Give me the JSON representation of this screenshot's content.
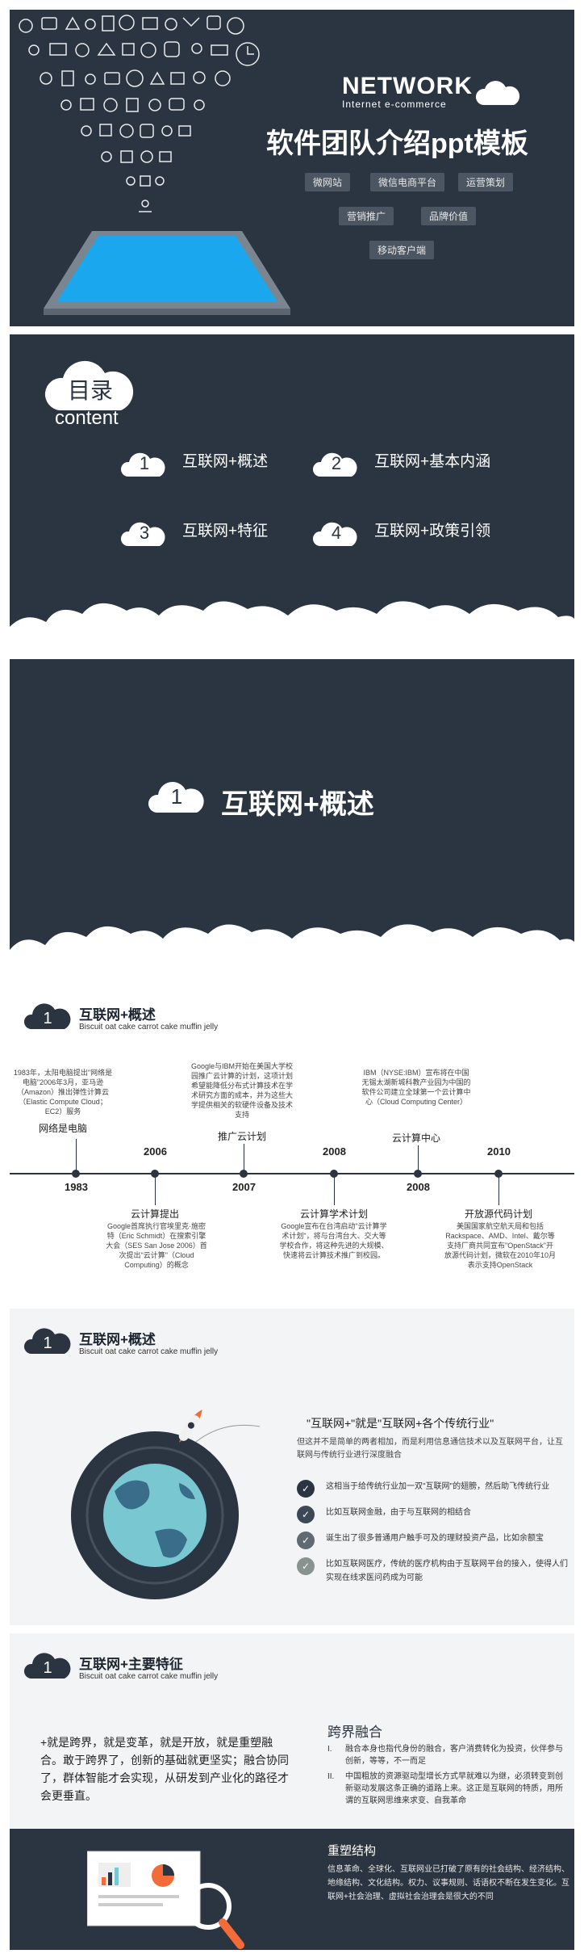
{
  "slide1": {
    "brand": "NETWORK",
    "brand_sub": "Internet e-commerce",
    "title": "软件团队介绍ppt模板",
    "tags": [
      "微网站",
      "微信电商平台",
      "运营策划",
      "营销推广",
      "品牌价值",
      "移动客户端"
    ]
  },
  "slide2": {
    "toc_title": "目录",
    "toc_sub": "content",
    "items": [
      {
        "num": "1",
        "label": "互联网+概述"
      },
      {
        "num": "2",
        "label": "互联网+基本内涵"
      },
      {
        "num": "3",
        "label": "互联网+特征"
      },
      {
        "num": "4",
        "label": "互联网+政策引领"
      }
    ]
  },
  "slide3": {
    "num": "1",
    "title": "互联网+概述"
  },
  "slide4": {
    "num": "1",
    "title": "互联网+概述",
    "subtitle": "Biscuit oat cake carrot cake muffin jelly",
    "events": [
      {
        "year": "1983",
        "head": "网络是电脑",
        "text": "1983年，太阳电脑提出\"网络是电脑\"2006年3月，亚马逊（Amazon）推出弹性计算云（Elastic Compute Cloud；EC2）服务"
      },
      {
        "year": "2006",
        "head": "云计算提出",
        "text": "Google首席执行官埃里克·施密特（Eric Schmidt）在搜索引擎大会（SES San Jose 2006）首次提出\"云计算\"（Cloud Computing）的概念"
      },
      {
        "year": "2007",
        "head": "推广云计划",
        "text": "Google与IBM开始在美国大学校园推广云计算的计划，这项计划希望能降低分布式计算技术在学术研究方面的成本，并为这些大学提供相关的软硬件设备及技术支持"
      },
      {
        "year": "2008",
        "head": "云计算学术计划",
        "text": "Google宣布在台湾启动\"云计算学术计划\"，将与台湾台大、交大等学校合作，将这种先进的大规模、快速将云计算技术推广到校园。"
      },
      {
        "year": "2008",
        "head": "云计算中心",
        "text": "IBM（NYSE:IBM）宣布将在中国无锡太湖新城科教产业园为中国的软件公司建立全球第一个云计算中心（Cloud Computing Center）"
      },
      {
        "year": "2010",
        "head": "开放源代码计划",
        "text": "美国国家航空航天局和包括Rackspace、AMD、Intel、戴尔等支持厂商共同宣布\"OpenStack\"开放源代码计划，微软在2010年10月表示支持OpenStack"
      }
    ]
  },
  "slide5": {
    "num": "1",
    "title": "互联网+概述",
    "subtitle": "Biscuit oat cake carrot cake muffin jelly",
    "quote_title": "\"互联网+\"就是\"互联网+各个传统行业\"",
    "quote_desc": "但这并不是简单的两者相加，而是利用信息通信技术以及互联网平台，让互联网与传统行业进行深度融合",
    "checks": [
      {
        "text": "这相当于给传统行业加一双\"互联网\"的翅膀，然后助飞传统行业",
        "color": "#2b3541"
      },
      {
        "text": "比如互联网金融，由于与互联网的相结合",
        "color": "#3d4856"
      },
      {
        "text": "诞生出了很多普通用户触手可及的理财投资产品，比如余额宝",
        "color": "#5f6a72"
      },
      {
        "text": "比如互联网医疗，传统的医疗机构由于互联网平台的接入，使得人们实现在线求医问药成为可能",
        "color": "#88928e"
      }
    ]
  },
  "slide6": {
    "num": "1",
    "title": "互联网+主要特征",
    "subtitle": "Biscuit oat cake carrot cake muffin jelly",
    "paragraph": "+就是跨界，就是变革，就是开放，就是重塑融合。敢于跨界了，创新的基础就更坚实；融合协同了，群体智能才会实现，从研发到产业化的路径才会更垂直。",
    "ks_title": "跨界融合",
    "ks_items": [
      {
        "n": "I.",
        "text": "融合本身也指代身份的融合，客户消费转化为投资，伙伴参与创新，等等，不一而足"
      },
      {
        "n": "II.",
        "text": "中国粗放的资源驱动型增长方式早就难以为继，必须转变到创新驱动发展这条正确的道路上来。这正是互联网的特质，用所谓的互联网思维来求变、自我革命"
      }
    ],
    "rs_title": "重塑结构",
    "rs_desc": "信息革命、全球化、互联网业已打破了原有的社会结构、经济结构、地缘结构、文化结构。权力、议事规则、话语权不断在发生变化。互联网+社会治理、虚拟社会治理会是很大的不同"
  }
}
